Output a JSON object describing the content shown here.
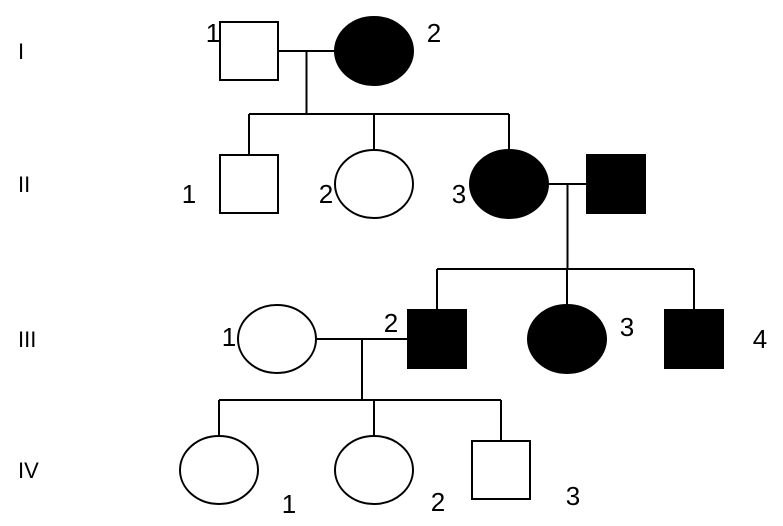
{
  "generations": [
    "I",
    "II",
    "III",
    "IV"
  ],
  "colors": {
    "affected": "#000000",
    "unaffected": "#ffffff"
  },
  "individuals": [
    {
      "id": "I-1",
      "label": "1",
      "sex": "male",
      "affected": false
    },
    {
      "id": "I-2",
      "label": "2",
      "sex": "female",
      "affected": true
    },
    {
      "id": "II-1",
      "label": "1",
      "sex": "male",
      "affected": false
    },
    {
      "id": "II-2",
      "label": "2",
      "sex": "female",
      "affected": false
    },
    {
      "id": "II-3",
      "label": "3",
      "sex": "female",
      "affected": true
    },
    {
      "id": "II-4",
      "label": "",
      "sex": "male",
      "affected": true
    },
    {
      "id": "III-1",
      "label": "1",
      "sex": "female",
      "affected": false
    },
    {
      "id": "III-2",
      "label": "2",
      "sex": "male",
      "affected": true
    },
    {
      "id": "III-3",
      "label": "3",
      "sex": "female",
      "affected": true
    },
    {
      "id": "III-4",
      "label": "4",
      "sex": "male",
      "affected": true
    },
    {
      "id": "IV-1",
      "label": "1",
      "sex": "female",
      "affected": false
    },
    {
      "id": "IV-2",
      "label": "2",
      "sex": "female",
      "affected": false
    },
    {
      "id": "IV-3",
      "label": "3",
      "sex": "male",
      "affected": false
    }
  ],
  "matings": [
    {
      "id": "m1",
      "partners": [
        "I-1",
        "I-2"
      ],
      "children": [
        "II-1",
        "II-2",
        "II-3"
      ]
    },
    {
      "id": "m2",
      "partners": [
        "II-3",
        "II-4"
      ],
      "children": [
        "III-2",
        "III-3",
        "III-4"
      ]
    },
    {
      "id": "m3",
      "partners": [
        "III-1",
        "III-2"
      ],
      "children": [
        "IV-1",
        "IV-2",
        "IV-3"
      ]
    }
  ]
}
